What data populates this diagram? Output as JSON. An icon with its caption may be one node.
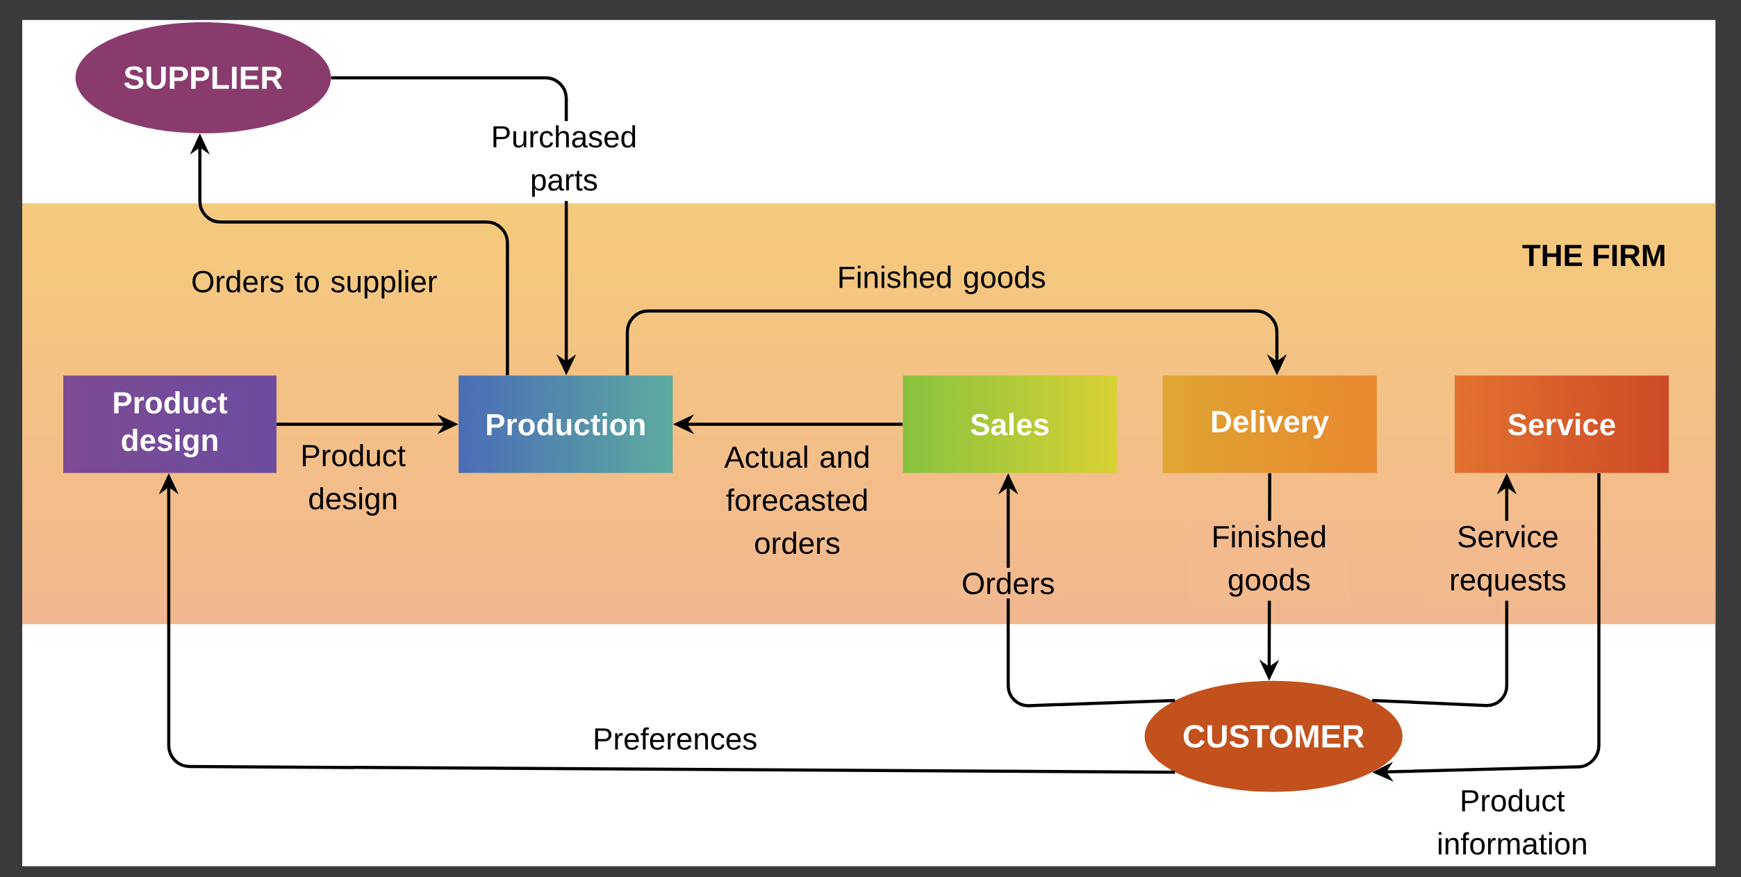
{
  "diagram": {
    "nodes": [
      {
        "text": [
          "THE FIRM"
        ]
      },
      {
        "text": [
          "SUPPLIER"
        ]
      },
      {
        "text": [
          "Product design"
        ],
        "in": 0
      },
      {
        "text": [
          "Production"
        ],
        "in": 0
      },
      {
        "text": [
          "Sales"
        ],
        "in": 0
      },
      {
        "text": [
          "Delivery"
        ],
        "in": 0
      },
      {
        "text": [
          "Service"
        ],
        "in": 0
      },
      {
        "text": [
          "CUSTOMER"
        ]
      }
    ],
    "edges": [
      {
        "from": 3,
        "to": 1,
        "arrow": "to",
        "label": "Orders to supplier"
      },
      {
        "from": 1,
        "to": 3,
        "arrow": "to",
        "label": "Purchased parts"
      },
      {
        "from": 2,
        "to": 3,
        "arrow": "to",
        "label": "Product design"
      },
      {
        "from": 3,
        "to": 5,
        "arrow": "to",
        "label": "Finished goods"
      },
      {
        "from": 4,
        "to": 3,
        "arrow": "to",
        "label": "Actual and forecasted orders"
      },
      {
        "from": 7,
        "to": 4,
        "arrow": "to",
        "label": "Orders"
      },
      {
        "from": 5,
        "to": 7,
        "arrow": "to",
        "label": "Finished goods"
      },
      {
        "from": 7,
        "to": 6,
        "arrow": "to",
        "label": "Service requests"
      },
      {
        "from": 6,
        "to": 7,
        "arrow": "to",
        "label": "Product information"
      },
      {
        "from": 7,
        "to": 2,
        "arrow": "to",
        "label": "Preferences"
      }
    ]
  }
}
